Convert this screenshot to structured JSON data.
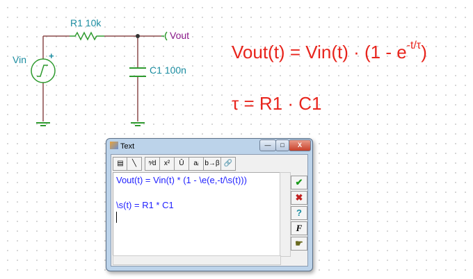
{
  "schematic": {
    "source_label": "Vin",
    "source_polarity": "+",
    "resistor_label": "R1 10k",
    "capacitor_label": "C1 100n",
    "output_label": "Vout"
  },
  "formulas": {
    "vout_main": "Vout(t) = Vin(t) · (1 - e",
    "vout_exp": "-t/τ",
    "vout_close": ")",
    "tau": "τ = R1 · C1"
  },
  "dialog": {
    "title": "Text",
    "minimize": "—",
    "maximize": "□",
    "close": "X",
    "toolbar": [
      {
        "label": "▤"
      },
      {
        "label": "╲"
      },
      {
        "label": "ⁿ⁄d"
      },
      {
        "label": "x²"
      },
      {
        "label": "Û"
      },
      {
        "label": "aᵢ"
      },
      {
        "label": "b→β"
      },
      {
        "label": "🔗"
      }
    ],
    "lines": [
      "Vout(t) = Vin(t) * (1 - \\e(e,-t/\\s(t)))",
      "",
      "\\s(t) = R1 * C1"
    ],
    "buttons": {
      "ok": "✔",
      "cancel": "✖",
      "help": "?",
      "font": "F",
      "insert": "☛"
    }
  },
  "colors": {
    "wire": "#8b4a4a",
    "component": "#2e9a2e",
    "label": "#1a8ca0",
    "vout": "#8b1a8b",
    "formula": "#e8241c"
  }
}
